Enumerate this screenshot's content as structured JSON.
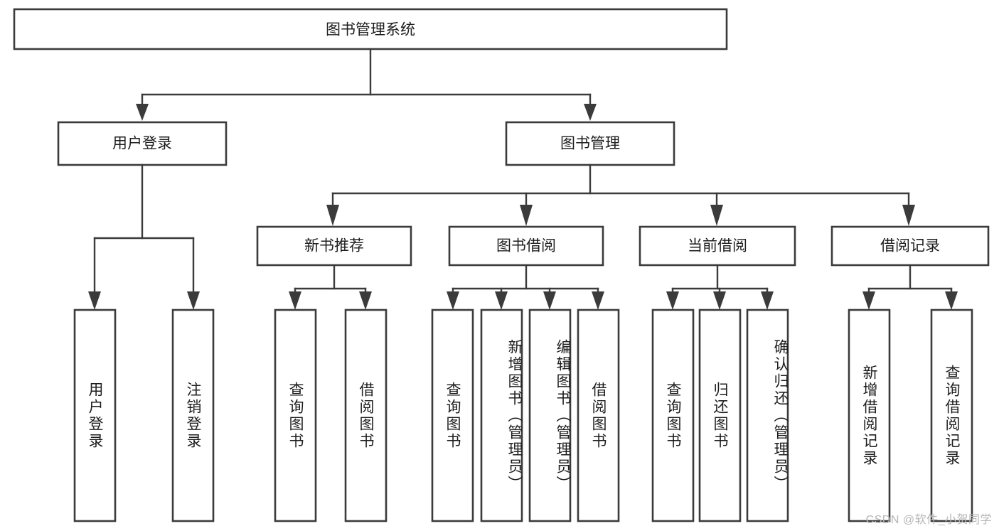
{
  "diagram": {
    "title": "图书管理系统",
    "type": "tree",
    "watermark": "CSDN @软件_小贺同学",
    "colors": {
      "stroke": "#3b3b3b",
      "box_fill": "#ffffff",
      "text": "#1d1d1d",
      "background": "#ffffff",
      "watermark": "#b6b6b6"
    },
    "root": {
      "label": "图书管理系统",
      "level": 0
    },
    "level2": [
      {
        "label": "用户登录"
      },
      {
        "label": "图书管理"
      }
    ],
    "level3": [
      {
        "label": "新书推荐",
        "parent": "图书管理"
      },
      {
        "label": "图书借阅",
        "parent": "图书管理"
      },
      {
        "label": "当前借阅",
        "parent": "图书管理"
      },
      {
        "label": "借阅记录",
        "parent": "图书管理"
      }
    ],
    "leaves": {
      "user_login": [
        {
          "label": "用户登录"
        },
        {
          "label": "注销登录"
        }
      ],
      "new_book_rec": [
        {
          "label": "查询图书"
        },
        {
          "label": "借阅图书"
        }
      ],
      "book_borrow": [
        {
          "label": "查询图书"
        },
        {
          "label": "新增图书（管理员）"
        },
        {
          "label": "编辑图书（管理员）"
        },
        {
          "label": "借阅图书"
        }
      ],
      "current_borrow": [
        {
          "label": "查询图书"
        },
        {
          "label": "归还图书"
        },
        {
          "label": "确认归还（管理员）"
        }
      ],
      "borrow_record": [
        {
          "label": "新增借阅记录"
        },
        {
          "label": "查询借阅记录"
        }
      ]
    }
  }
}
